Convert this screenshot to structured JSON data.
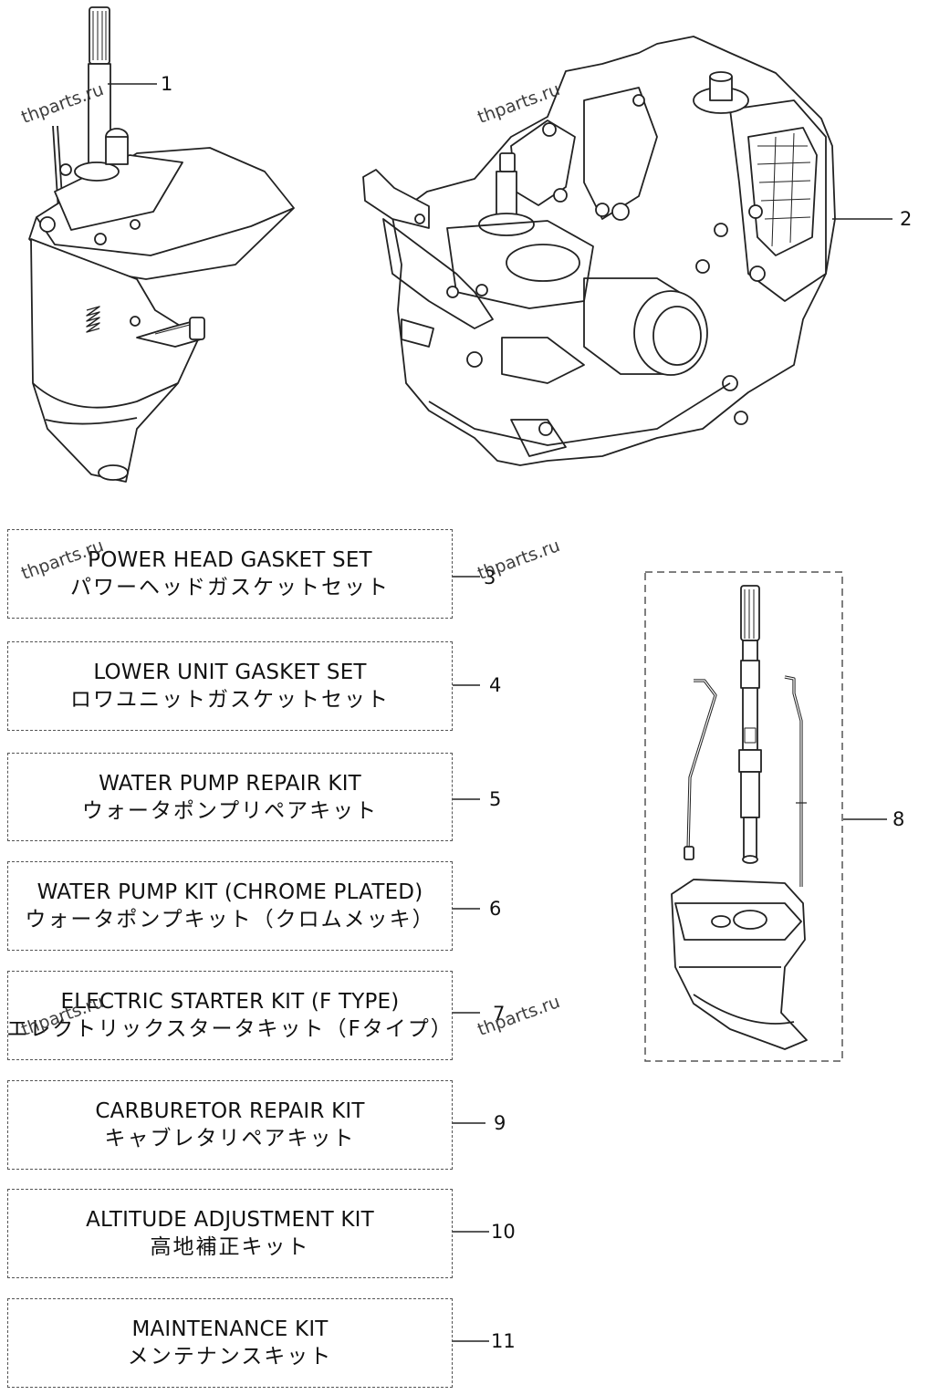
{
  "callouts": [
    "1",
    "2",
    "3",
    "4",
    "5",
    "6",
    "7",
    "8",
    "9",
    "10",
    "11"
  ],
  "kits": [
    {
      "id": "3",
      "en": "POWER HEAD GASKET SET",
      "jp": "パワーヘッドガスケットセット"
    },
    {
      "id": "4",
      "en": "LOWER UNIT GASKET SET",
      "jp": "ロワユニットガスケットセット"
    },
    {
      "id": "5",
      "en": "WATER PUMP REPAIR KIT",
      "jp": "ウォータポンプリペアキット"
    },
    {
      "id": "6",
      "en": "WATER PUMP KIT (CHROME PLATED)",
      "jp": "ウォータポンプキット（クロムメッキ）"
    },
    {
      "id": "7",
      "en": "ELECTRIC STARTER KIT (F TYPE)",
      "jp": "エレクトリックスタータキット（Fタイプ）"
    },
    {
      "id": "9",
      "en": "CARBURETOR REPAIR KIT",
      "jp": "キャブレタリペアキット"
    },
    {
      "id": "10",
      "en": "ALTITUDE ADJUSTMENT KIT",
      "jp": "高地補正キット"
    },
    {
      "id": "11",
      "en": "MAINTENANCE KIT",
      "jp": "メンテナンスキット"
    }
  ],
  "watermark": "thparts.ru",
  "colors": {
    "line": "#222222",
    "dash": "#555555",
    "background": "#ffffff"
  }
}
